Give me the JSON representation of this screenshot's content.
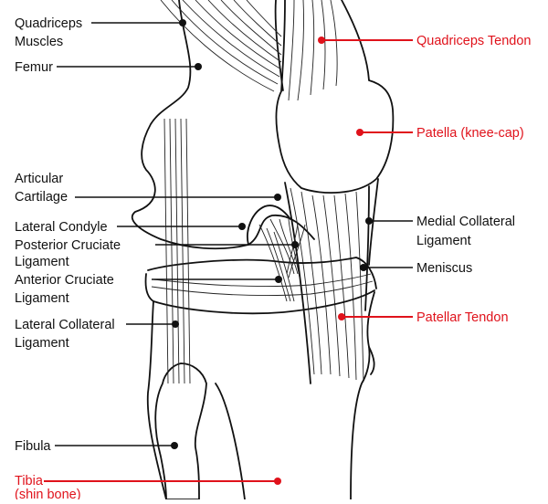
{
  "diagram": {
    "labels": {
      "quadriceps_muscles": [
        "Quadriceps",
        "Muscles"
      ],
      "femur": [
        "Femur"
      ],
      "articular_cartilage": [
        "Articular",
        "Cartilage"
      ],
      "lateral_condyle": [
        "Lateral Condyle"
      ],
      "posterior_cruciate": [
        "Posterior Cruciate",
        "Ligament"
      ],
      "anterior_cruciate": [
        "Anterior Cruciate",
        "Ligament"
      ],
      "lateral_collateral": [
        "Lateral Collateral",
        "Ligament"
      ],
      "fibula": [
        "Fibula"
      ],
      "tibia": [
        "Tibia",
        "(shin bone)"
      ],
      "quadriceps_tendon": [
        "Quadriceps Tendon"
      ],
      "patella": [
        "Patella (knee-cap)"
      ],
      "medial_collateral": [
        "Medial Collateral",
        "Ligament"
      ],
      "meniscus": [
        "Meniscus"
      ],
      "patellar_tendon": [
        "Patellar Tendon"
      ]
    },
    "colors": {
      "black_label": "#111111",
      "red_label": "#e0121b",
      "outline": "#111111"
    }
  }
}
